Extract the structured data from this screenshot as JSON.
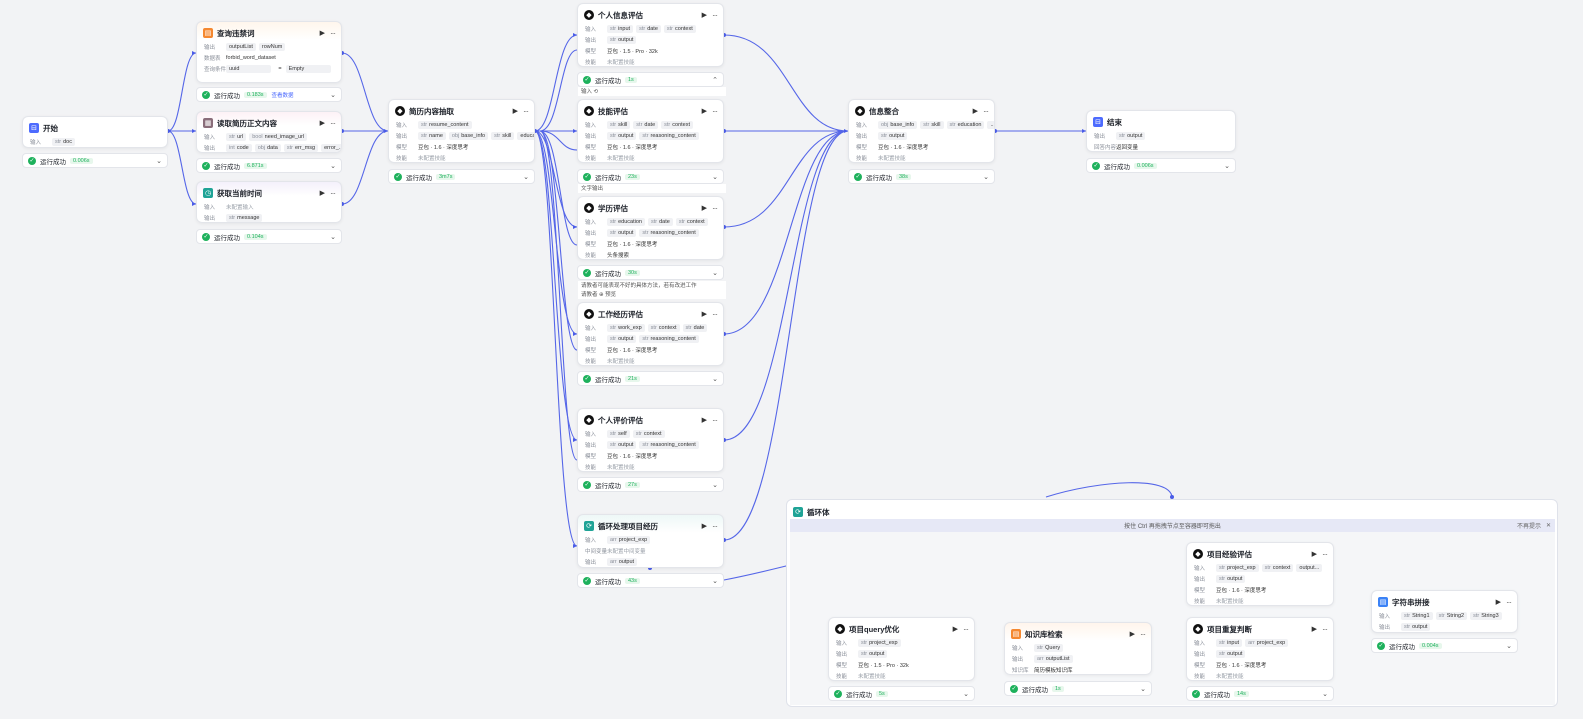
{
  "nodes": {
    "start": {
      "title": "开始",
      "rows": [
        {
          "label": "输入",
          "chips": [
            {
              "type": "str",
              "name": "doc"
            }
          ]
        }
      ],
      "status": "运行成功",
      "time": "0.006s"
    },
    "forbid": {
      "title": "查询违禁词",
      "rows": [
        {
          "label": "输出",
          "chips": [
            {
              "type": "",
              "name": "outputList"
            },
            {
              "type": "",
              "name": "rowNum"
            }
          ]
        },
        {
          "label": "数据表",
          "text": "forbid_word_dataset"
        },
        {
          "label": "查询条件",
          "cond_left": "uuid",
          "cond_op": "=",
          "cond_right": "Empty"
        }
      ],
      "status": "运行成功",
      "time": "0.183s",
      "extra": "查看数据"
    },
    "read": {
      "title": "读取简历正文内容",
      "rows": [
        {
          "label": "输入",
          "chips": [
            {
              "type": "str",
              "name": "url"
            },
            {
              "type": "bool",
              "name": "need_image_url"
            }
          ]
        },
        {
          "label": "输出",
          "chips": [
            {
              "type": "int",
              "name": "code"
            },
            {
              "type": "obj",
              "name": "data"
            },
            {
              "type": "str",
              "name": "err_msg"
            },
            {
              "type": "",
              "name": "error_..."
            }
          ]
        }
      ],
      "status": "运行成功",
      "time": "6.871s"
    },
    "time": {
      "title": "获取当前时间",
      "rows": [
        {
          "label": "输入",
          "text": "未配置输入"
        },
        {
          "label": "输出",
          "chips": [
            {
              "type": "str",
              "name": "message"
            }
          ]
        }
      ],
      "status": "运行成功",
      "time": "0.104s"
    },
    "extract": {
      "title": "简历内容抽取",
      "rows": [
        {
          "label": "输入",
          "chips": [
            {
              "type": "str",
              "name": "resume_content"
            }
          ]
        },
        {
          "label": "输出",
          "chips": [
            {
              "type": "str",
              "name": "name"
            },
            {
              "type": "obj",
              "name": "base_info"
            },
            {
              "type": "str",
              "name": "skill"
            },
            {
              "type": "",
              "name": "educa..."
            }
          ]
        },
        {
          "label": "模型",
          "text": "豆包 · 1.6 · 深度思考"
        },
        {
          "label": "技能",
          "text": "未配置技能"
        }
      ],
      "status": "运行成功",
      "time": "3m7s"
    },
    "personal": {
      "title": "个人信息评估",
      "rows": [
        {
          "label": "输入",
          "chips": [
            {
              "type": "str",
              "name": "input"
            },
            {
              "type": "str",
              "name": "date"
            },
            {
              "type": "str",
              "name": "context"
            }
          ]
        },
        {
          "label": "输出",
          "chips": [
            {
              "type": "str",
              "name": "output"
            }
          ]
        },
        {
          "label": "模型",
          "text": "豆包 · 1.5 · Pro · 32k"
        },
        {
          "label": "技能",
          "text": "未配置技能"
        }
      ],
      "status": "运行成功",
      "time": "1s",
      "expand_label": "输入"
    },
    "skill": {
      "title": "技能评估",
      "rows": [
        {
          "label": "输入",
          "chips": [
            {
              "type": "str",
              "name": "skill"
            },
            {
              "type": "str",
              "name": "date"
            },
            {
              "type": "str",
              "name": "context"
            }
          ]
        },
        {
          "label": "输出",
          "chips": [
            {
              "type": "str",
              "name": "output"
            },
            {
              "type": "str",
              "name": "reasoning_content"
            }
          ]
        },
        {
          "label": "模型",
          "text": "豆包 · 1.6 · 深度思考"
        },
        {
          "label": "技能",
          "text": "未配置技能"
        }
      ],
      "status": "运行成功",
      "time": "23s"
    },
    "edu": {
      "title": "学历评估",
      "rows": [
        {
          "label": "输入",
          "chips": [
            {
              "type": "str",
              "name": "education"
            },
            {
              "type": "str",
              "name": "date"
            },
            {
              "type": "str",
              "name": "context"
            }
          ]
        },
        {
          "label": "输出",
          "chips": [
            {
              "type": "str",
              "name": "output"
            },
            {
              "type": "str",
              "name": "reasoning_content"
            }
          ]
        },
        {
          "label": "模型",
          "text": "豆包 · 1.6 · 深度思考"
        },
        {
          "label": "技能",
          "text": "头条搜索"
        }
      ],
      "status": "运行成功",
      "time": "30s"
    },
    "work": {
      "title": "工作经历评估",
      "rows": [
        {
          "label": "输入",
          "chips": [
            {
              "type": "str",
              "name": "work_exp"
            },
            {
              "type": "str",
              "name": "context"
            },
            {
              "type": "str",
              "name": "date"
            }
          ]
        },
        {
          "label": "输出",
          "chips": [
            {
              "type": "str",
              "name": "output"
            },
            {
              "type": "str",
              "name": "reasoning_content"
            }
          ]
        },
        {
          "label": "模型",
          "text": "豆包 · 1.6 · 深度思考"
        },
        {
          "label": "技能",
          "text": "未配置技能"
        }
      ],
      "status": "运行成功",
      "time": "21s"
    },
    "self": {
      "title": "个人评价评估",
      "rows": [
        {
          "label": "输入",
          "chips": [
            {
              "type": "str",
              "name": "self"
            },
            {
              "type": "str",
              "name": "context"
            }
          ]
        },
        {
          "label": "输出",
          "chips": [
            {
              "type": "str",
              "name": "output"
            },
            {
              "type": "str",
              "name": "reasoning_content"
            }
          ]
        },
        {
          "label": "模型",
          "text": "豆包 · 1.6 · 深度思考"
        },
        {
          "label": "技能",
          "text": "未配置技能"
        }
      ],
      "status": "运行成功",
      "time": "27s"
    },
    "loopproj": {
      "title": "循环处理项目经历",
      "rows": [
        {
          "label": "输入",
          "chips": [
            {
              "type": "arr",
              "name": "project_exp"
            }
          ]
        },
        {
          "label": "中间变量",
          "text": "未配置中间变量"
        },
        {
          "label": "输出",
          "chips": [
            {
              "type": "arr",
              "name": "output"
            }
          ]
        }
      ],
      "status": "运行成功",
      "time": "43s"
    },
    "merge": {
      "title": "信息整合",
      "rows": [
        {
          "label": "输入",
          "chips": [
            {
              "type": "obj",
              "name": "base_info"
            },
            {
              "type": "str",
              "name": "skill"
            },
            {
              "type": "str",
              "name": "education"
            },
            {
              "type": "",
              "name": "..."
            }
          ]
        },
        {
          "label": "输出",
          "chips": [
            {
              "type": "str",
              "name": "output"
            }
          ]
        },
        {
          "label": "模型",
          "text": "豆包 · 1.6 · 深度思考"
        },
        {
          "label": "技能",
          "text": "未配置技能"
        }
      ],
      "status": "运行成功",
      "time": "38s"
    },
    "end": {
      "title": "结束",
      "rows": [
        {
          "label": "输出",
          "chips": [
            {
              "type": "str",
              "name": "output"
            }
          ]
        },
        {
          "label": "回答内容",
          "text": "返回变量"
        }
      ],
      "status": "运行成功",
      "time": "0.006s"
    },
    "projexp": {
      "title": "项目经验评估",
      "rows": [
        {
          "label": "输入",
          "chips": [
            {
              "type": "str",
              "name": "project_exp"
            },
            {
              "type": "str",
              "name": "context"
            },
            {
              "type": "",
              "name": "output..."
            }
          ]
        },
        {
          "label": "输出",
          "chips": [
            {
              "type": "str",
              "name": "output"
            }
          ]
        },
        {
          "label": "模型",
          "text": "豆包 · 1.6 · 深度思考"
        },
        {
          "label": "技能",
          "text": "未配置技能"
        }
      ]
    },
    "query": {
      "title": "项目query优化",
      "rows": [
        {
          "label": "输入",
          "chips": [
            {
              "type": "str",
              "name": "project_exp"
            }
          ]
        },
        {
          "label": "输出",
          "chips": [
            {
              "type": "str",
              "name": "output"
            }
          ]
        },
        {
          "label": "模型",
          "text": "豆包 · 1.5 · Pro · 32k"
        },
        {
          "label": "技能",
          "text": "未配置技能"
        }
      ],
      "status": "运行成功",
      "time": "5s"
    },
    "kb": {
      "title": "知识库检索",
      "rows": [
        {
          "label": "输入",
          "chips": [
            {
              "type": "str",
              "name": "Query"
            }
          ]
        },
        {
          "label": "输出",
          "chips": [
            {
              "type": "arr",
              "name": "outputList"
            }
          ]
        },
        {
          "label": "知识库",
          "text": "简历模板知识库"
        }
      ],
      "status": "运行成功",
      "time": "1s"
    },
    "dup": {
      "title": "项目重复判断",
      "rows": [
        {
          "label": "输入",
          "chips": [
            {
              "type": "str",
              "name": "input"
            },
            {
              "type": "arr",
              "name": "project_exp"
            }
          ]
        },
        {
          "label": "输出",
          "chips": [
            {
              "type": "str",
              "name": "output"
            }
          ]
        },
        {
          "label": "模型",
          "text": "豆包 · 1.6 · 深度思考"
        },
        {
          "label": "技能",
          "text": "未配置技能"
        }
      ],
      "status": "运行成功",
      "time": "14s"
    },
    "concat": {
      "title": "字符串拼接",
      "rows": [
        {
          "label": "输入",
          "chips": [
            {
              "type": "str",
              "name": "String1"
            },
            {
              "type": "str",
              "name": "String2"
            },
            {
              "type": "str",
              "name": "String3"
            }
          ]
        },
        {
          "label": "输出",
          "chips": [
            {
              "type": "str",
              "name": "output"
            }
          ]
        }
      ],
      "status": "运行成功",
      "time": "0.004s"
    }
  },
  "loop": {
    "title": "循环体",
    "hint": "按住 Ctrl 再拖拽节点至容器即可拖出",
    "hint_close": "不再提示"
  },
  "fragments": {
    "f1": "输入 ⟲",
    "f2": "文字输出",
    "f3": "请教者可能表现不好的具体方法，若有改进工作",
    "f4": "请教者 ⊕ 预览"
  },
  "colors": {
    "wire": "#4a5ce8",
    "success": "#1eb15c"
  }
}
